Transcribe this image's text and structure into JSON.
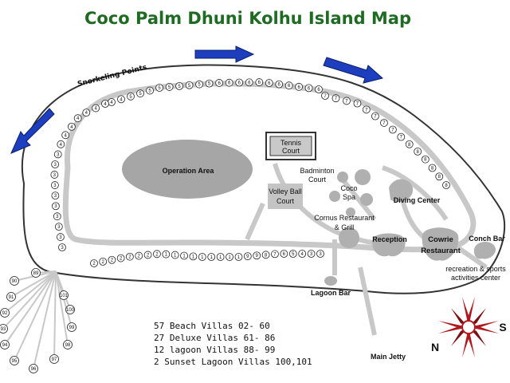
{
  "title": "Coco Palm Dhuni Kolhu Island Map",
  "labels": {
    "snorkeling": "Snorkeling Points",
    "operation_area": "Operation Area",
    "tennis_1": "Tennis",
    "tennis_2": "Court",
    "badminton_1": "Badminton",
    "badminton_2": "Court",
    "volleyball_1": "Volley Ball",
    "volleyball_2": "Court",
    "spa_1": "Coco",
    "spa_2": "Spa",
    "diving": "Diving Center",
    "cornus_1": "Cornus Restaurant",
    "cornus_2": "& Grill",
    "reception": "Reception",
    "cowrie_1": "Cowrie",
    "cowrie_2": "Restaurant",
    "conch": "Conch Bar",
    "recreation_1": "recreation & sports",
    "recreation_2": "activities center",
    "lagoon_bar": "Lagoon Bar",
    "main_jetty": "Main Jetty"
  },
  "legend": [
    "57 Beach Villas 02- 60",
    "27 Deluxe Villas 61- 86",
    "12 lagoon Villas 88- 99",
    "2 Sunset Lagoon Villas 100,101"
  ],
  "compass": {
    "n": "N",
    "s": "S"
  },
  "colors": {
    "title": "#1f6b23",
    "arrow": "#1d3fbf",
    "building": "#a8a8a8",
    "path": "#c8c8c8",
    "compass": "#b01820"
  },
  "villas": {
    "top_row": [
      "4",
      "4",
      "5",
      "5",
      "5",
      "5",
      "5",
      "5",
      "5",
      "5",
      "5",
      "6",
      "6",
      "6",
      "6",
      "6",
      "6",
      "6",
      "6",
      "6",
      "6",
      "6"
    ],
    "right_slope": [
      "7",
      "7",
      "7",
      "7",
      "7",
      "7",
      "7",
      "7",
      "7",
      "8",
      "8",
      "8",
      "8",
      "8",
      "8"
    ],
    "left_side": [
      "4",
      "4",
      "4",
      "4",
      "4",
      "4",
      "4",
      "3",
      "3",
      "3",
      "3",
      "3",
      "3",
      "3",
      "3",
      "3",
      "3"
    ],
    "bottom_row": [
      "2",
      "2",
      "2",
      "2",
      "2",
      "2",
      "2",
      "2",
      "1",
      "1",
      "1",
      "1",
      "1",
      "1",
      "1",
      "1",
      "1",
      "9",
      "9",
      "8",
      "7",
      "6",
      "5",
      "4",
      "3",
      "3"
    ],
    "lagoon_left": [
      "89",
      "90",
      "91",
      "92",
      "93",
      "94",
      "95",
      "96",
      "97",
      "98",
      "99",
      "100",
      "101"
    ]
  }
}
